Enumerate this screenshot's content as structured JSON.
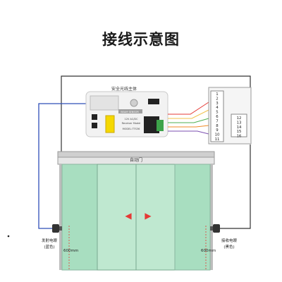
{
  "title": "接线示意图",
  "controller": {
    "label": "安全光线主体",
    "badge": "BEAM SENSOR",
    "model": "MODEL:TTS36",
    "spec1": "12V AC/DC",
    "spec2": "Receiver Model"
  },
  "door": {
    "label": "自动门",
    "left_arrow": "◀",
    "right_arrow": "▶"
  },
  "emitter": {
    "line1": "发射电眼",
    "line2": "(蓝色)",
    "height": "600mm"
  },
  "receiver": {
    "line1": "接收电眼",
    "line2": "(黑色)",
    "height": "600mm"
  },
  "terminal": {
    "left_numbers": [
      "1",
      "2",
      "3",
      "4",
      "5",
      "6",
      "7",
      "8",
      "9",
      "10",
      "11"
    ],
    "right_numbers": [
      "12",
      "13",
      "14",
      "15",
      "16"
    ]
  },
  "colors": {
    "wire_blue": "#2f4fb8",
    "wire_black": "#333333",
    "wire_red": "#e53935",
    "wire_yellow": "#f2c14e",
    "wire_green": "#4caf50",
    "wire_orange": "#f08a24",
    "wire_purple": "#7b4fb0",
    "glass": "#a8dec0",
    "arrow": "#e53935"
  }
}
